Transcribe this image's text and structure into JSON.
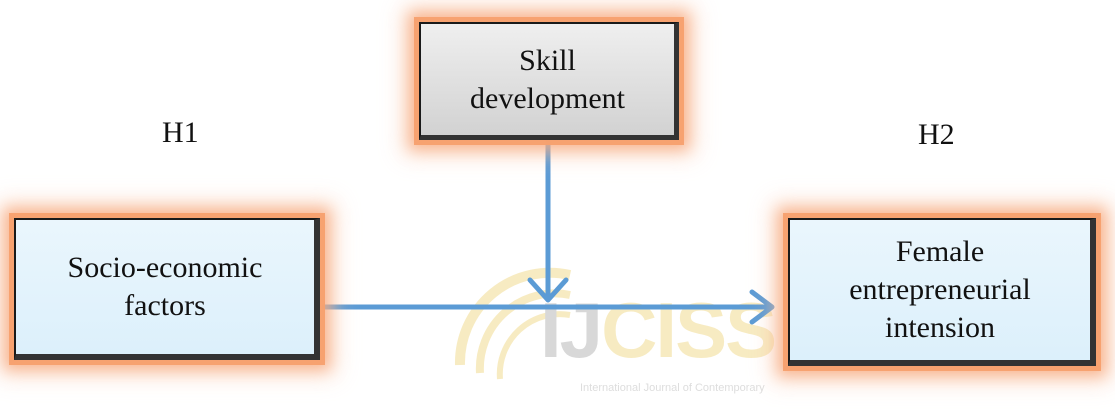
{
  "nodes": {
    "skill": "Skill\ndevelopment",
    "socio": "Socio-economic\nfactors",
    "female": "Female\nentrepreneurial\nintension"
  },
  "hypotheses": {
    "h1": "H1",
    "h2": "H2"
  },
  "watermark": {
    "ij": "IJ",
    "ciss": "CISS",
    "subtitle": "International Journal of Contemporary"
  },
  "colors": {
    "arrow": "#5b9bd5",
    "glow": "#f7a06e",
    "watermark_gold": "#e7c54a"
  }
}
